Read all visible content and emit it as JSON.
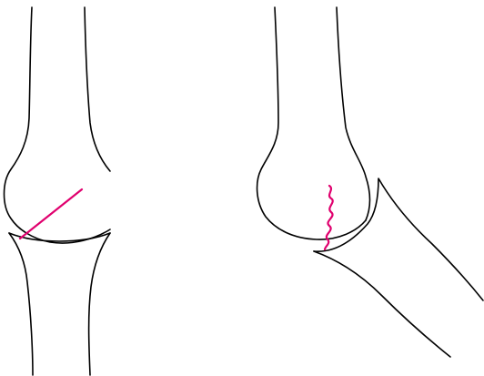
{
  "colors": {
    "background": "#ffffff",
    "outline": "#000000",
    "fracture": "#e0006e"
  },
  "panels": [
    {
      "id": "left",
      "fracture_type": "straight"
    },
    {
      "id": "right",
      "fracture_type": "wavy"
    }
  ]
}
